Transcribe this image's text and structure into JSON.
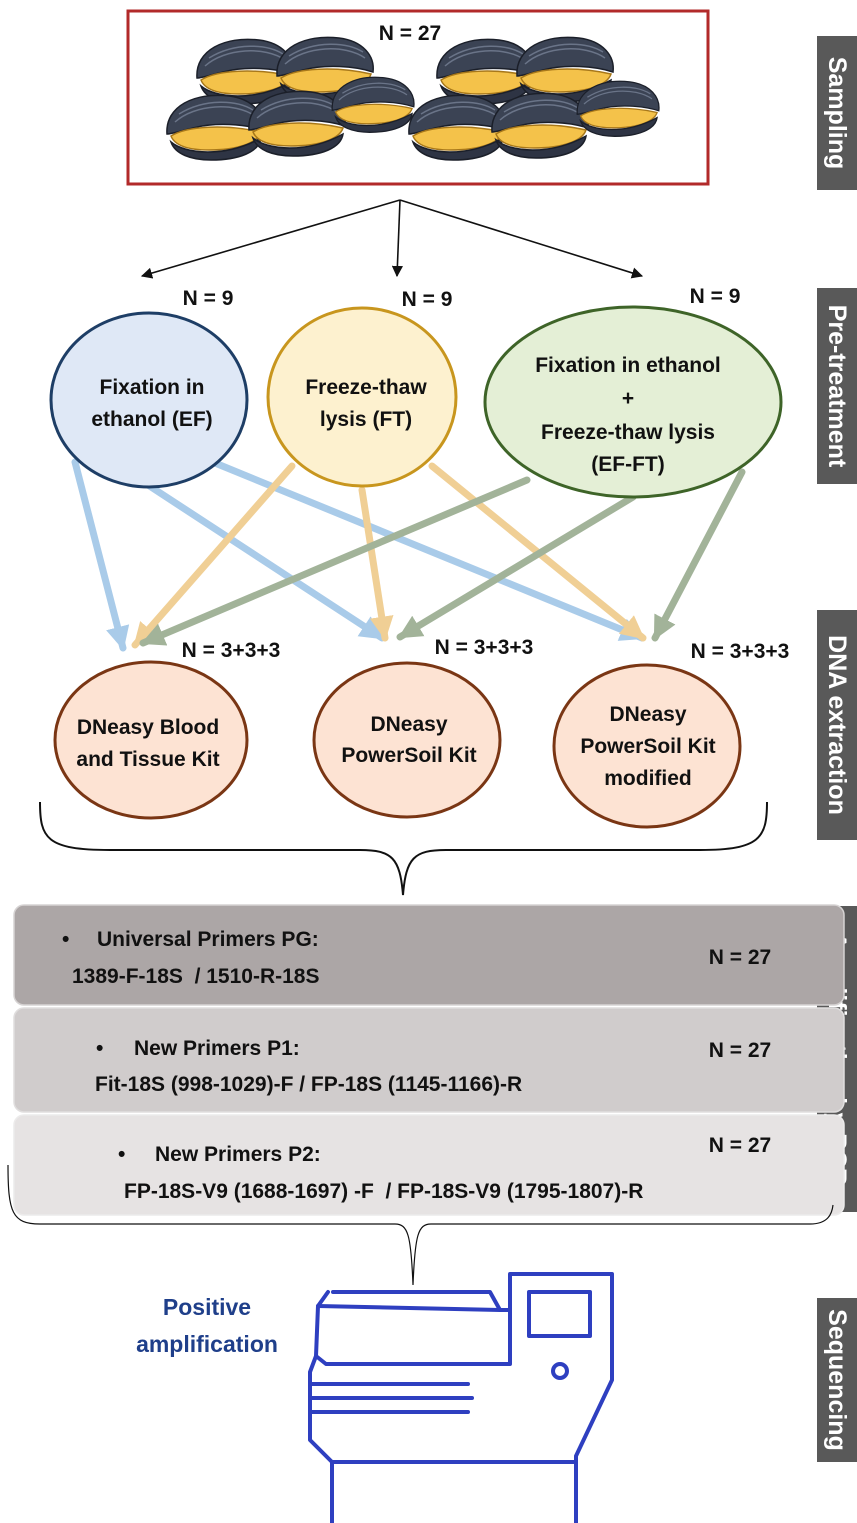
{
  "stages": {
    "sampling": "Sampling",
    "pretreatment": "Pre-treatment",
    "extraction": "DNA extraction",
    "amplification": "Amplification by PCR",
    "sequencing": "Sequencing"
  },
  "sampling": {
    "n_label": "N = 27"
  },
  "pretreatment": {
    "nodes": [
      {
        "n_label": "N = 9",
        "lines": [
          "Fixation in",
          "ethanol (EF)"
        ],
        "fill": "#dfe8f6",
        "stroke": "#1e3e66"
      },
      {
        "n_label": "N = 9",
        "lines": [
          "Freeze-thaw",
          "lysis (FT)"
        ],
        "fill": "#fdf1cf",
        "stroke": "#c8961e"
      },
      {
        "n_label": "N = 9",
        "lines": [
          "Fixation in ethanol",
          "+",
          "Freeze-thaw lysis",
          "(EF-FT)"
        ],
        "fill": "#e4efd6",
        "stroke": "#3e6428"
      }
    ]
  },
  "extraction": {
    "nodes": [
      {
        "n_label": "N = 3+3+3",
        "lines": [
          "DNeasy Blood",
          "and Tissue Kit"
        ]
      },
      {
        "n_label": "N = 3+3+3",
        "lines": [
          "DNeasy",
          "PowerSoil Kit"
        ]
      },
      {
        "n_label": "N = 3+3+3",
        "lines": [
          "DNeasy",
          "PowerSoil Kit",
          "modified"
        ]
      }
    ],
    "fill": "#fde3d3",
    "stroke": "#7a3614"
  },
  "amplification": {
    "bands": [
      {
        "title": "Universal Primers PG:",
        "primers": "1389-F-18S  / 1510-R-18S",
        "n_label": "N = 27",
        "color": "#aca6a6"
      },
      {
        "title": "New Primers P1:",
        "primers": "Fit-18S (998-1029)-F / FP-18S (1145-1166)-R",
        "n_label": "N = 27",
        "color": "#d0cccc"
      },
      {
        "title": "New Primers P2:",
        "primers": "FP-18S-V9 (1688-1697) -F  / FP-18S-V9 (1795-1807)-R",
        "n_label": "N = 27",
        "color": "#e6e3e3"
      }
    ]
  },
  "sequencing": {
    "lines": [
      "Positive",
      "amplification"
    ]
  },
  "colors": {
    "stage_tab": "#595959",
    "sampling_border": "#b22a2a",
    "arrow_blue": "#a9cbe9",
    "arrow_orange": "#f0cf95",
    "arrow_green": "#a2b399",
    "sequencer": "#2e3fc0"
  },
  "icons": {
    "samples": "mussel-icon",
    "sequencer": "sequencer-icon",
    "bullet": "bullet-icon"
  }
}
